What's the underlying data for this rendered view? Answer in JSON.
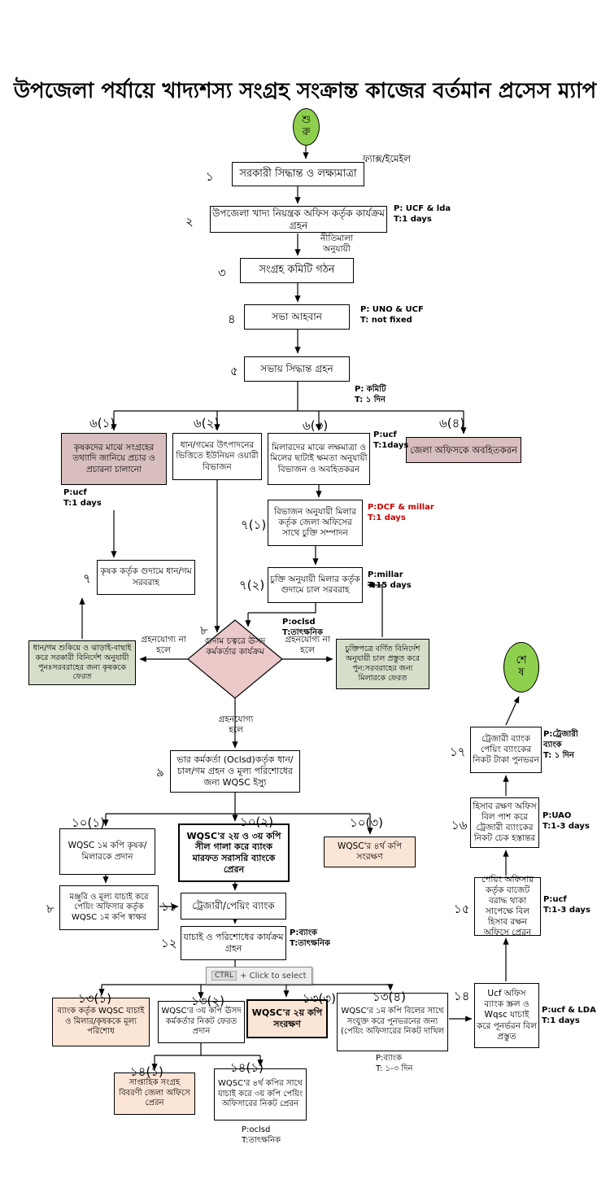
{
  "title": "উপজেলা পর্যায়ে খাদ্যশস্য সংগ্রহ সংক্রান্ত কাজের বর্তমান প্রসেস ম্যাপ",
  "terminals": {
    "start_line1": "শু",
    "start_line2": "রু",
    "end_line1": "শে",
    "end_line2": "ষ"
  },
  "edge_labels": {
    "fax": "ফ্যাক্স/ইমেইল",
    "policy_line1": "নীতিমালা",
    "policy_line2": "অনুযায়ী",
    "reject_line1": "গ্রহনযোগ্য না",
    "reject_line2": "হলে",
    "accept_line1": "গ্রহনযোগ্য",
    "accept_line2": "হলে"
  },
  "tooltip": {
    "key": "CTRL",
    "text": "+ Click to select"
  },
  "colors": {
    "terminal_green": "#8ed04e",
    "pink": "#d8bebe",
    "peach": "#fbe5d6",
    "reject_green": "#d6ddc9",
    "diamond_pink": "#ecc9c9",
    "note_red": "#cc0000"
  },
  "nodes": {
    "n1": {
      "num": "১",
      "text": "সরকারী সিদ্ধান্ত ও লক্ষ্যমাত্রা"
    },
    "n2": {
      "num": "২",
      "text": "উপজেলা খাদ্য নিয়ন্ত্রক অফিস কর্তৃক কার্যক্রম গ্রহন",
      "note1": "P: UCF & lda",
      "note2": "T:1 days"
    },
    "n3": {
      "num": "৩",
      "text": "সংগ্রহ কমিটি গঠন"
    },
    "n4": {
      "num": "৪",
      "text": "সভা আহবান",
      "note1": "P: UNO & UCF",
      "note2": "T: not fixed"
    },
    "n5": {
      "num": "৫",
      "text": "সভায় সিদ্ধান্ত গ্রহন",
      "note1": "P: কমিটি",
      "note2": "T: ১ দিন"
    },
    "n6_1": {
      "num": "৬(১)",
      "text": "কৃষকদের মাঝে সংগ্রহের তথ্যাদি জানিয়ে প্রচার ও প্রচারনা চালানো",
      "note1": "P:ucf",
      "note2": "T:1 days"
    },
    "n6_2": {
      "num": "৬(২)",
      "text": "ধান/গমের উৎপাদনের ভিত্তিতে ইউনিয়ন ওয়ারী বিভাজন"
    },
    "n6_3": {
      "num": "৬(৩)",
      "text": "মিলারদের মাঝে লক্ষমাত্রা ও মিলের ছাটাই ক্ষমতা অনুযায়ী বিভাজন ও অবহিতকরন",
      "note1": "P:ucf",
      "note2": "T:1days"
    },
    "n6_4": {
      "num": "৬(৪)",
      "text": "জেলা অফিসকে অবহিতকরন"
    },
    "n7_1": {
      "num": "৭(১)",
      "text": "বিভাজন অনুযায়ী মিলার কর্তৃক জেলা অফিসের সাথে চুক্তি সম্পাদন",
      "note1": "P:DCF & millar",
      "note2": "T:1 days"
    },
    "n7_2": {
      "num": "৭(২)",
      "text": "চুক্তি অনুযায়ী মিলার কর্তৃক গুদামে চাল সরবরাহ",
      "note1": "P:millar",
      "note2": "T:15 days"
    },
    "n7": {
      "num": "৭",
      "text": "কৃষক কর্তৃক গুদামে ধান/গম সরবরাহ"
    },
    "d8": {
      "num": "৮",
      "text": "গুদাম চত্বরে ঊসদ কর্মকর্তার কার্যক্রম",
      "note1": "P:oclsd",
      "note2": "T:তাৎক্ষনিক"
    },
    "rj_l": {
      "text": "ধান/গম শুকিয়ে ও ঝাড়াই-বাছাই করে সরকারী বিনির্দেশ অনুযায়ী পুনঃসরবরাহের জন্য কৃষককে ফেরত"
    },
    "rj_r": {
      "text": "চুক্তিপত্রে বর্ণিত বিনির্দেশ অনুযায়ী চাল প্রস্তুত করে পুন:সরবরাহের জন্য মিলারকে ফেরত"
    },
    "n9": {
      "num": "৯",
      "text": "ভার কর্মকর্তা (Oclsd)কর্তৃক ধান/চাল/গম গ্রহন ও মূল্য পরিশোধের জন্য WQSC ইস্যু"
    },
    "n10_1": {
      "num": "১০(১)",
      "text": "WQSC ১ম কপি কৃষক/মিলারকে প্রদান"
    },
    "n10_2": {
      "num": "১০(২)",
      "text": "WQSC'র ২য় ও ৩য় কপি সীল গালা করে ব্যাংক মারফত সরাসরি ব্যাংকে প্রেরন"
    },
    "n10_3": {
      "num": "১০(৩)",
      "text": "WQSC'র ৪র্থ কপি সংরক্ষণ"
    },
    "n8b": {
      "num": "৮",
      "text": "মঞ্জুরি ও মূল্য যাচাই করে পেয়িং অফিসার কর্তৃক WQSC ১ম কপি স্বাক্ষর"
    },
    "n11": {
      "num": "১১",
      "text": "ট্রেজারী/পেয়িং ব্যাংক"
    },
    "n12": {
      "num": "১২",
      "text": "যাচাই ও পরিশোধের কার্যক্রম গ্রহন",
      "note1": "P:ব্যাংক",
      "note2": "T:তাৎক্ষনিক"
    },
    "n13_1": {
      "num": "১৩(১)",
      "text": "ব্যাংক কর্তৃক WQSC যাচাই ও মিলার/কৃষককে মূল্য পরিশোধ"
    },
    "n13_2": {
      "num": "১৩(২)",
      "text": "WQSC'র ৩য় কপি ঊসদ কর্মকর্তার নিকট ফেরত প্রদান"
    },
    "n13_3": {
      "num": "১৩(৩)",
      "text": "WQSC'র ২য় কপি সংরক্ষণ"
    },
    "n13_4": {
      "num": "১৩(৪)",
      "text": "WQSC'র ১ম কপি বিলের সাথে সংযুক্ত করে পূনভরনের জন্য (পেয়িং অফিসারের নিকট দাখিল",
      "note1": "P:ব্যাংক",
      "note2": "T: ১-৩ দিন"
    },
    "n14": {
      "num": "১৪",
      "text": "Ucf অফিস ব্যাংক স্ক্রল ও Wqsc যাচাই করে পূনর্ভরন বিল প্রস্তুত",
      "note1": "P:ucf & LDA",
      "note2": "T:1 days"
    },
    "n15": {
      "num": "১৫",
      "text": "পেয়িং অফিসার কর্তৃক বাজেট বরাদ্ধ থাকা সাপেক্ষে বিল হিসাব রক্ষন অফিসে প্রেরন",
      "note1": "P:ucf",
      "note2": "T:1-3 days"
    },
    "n16": {
      "num": "১৬",
      "text": "হিসাব রক্ষণ অফিস বিল পাশ করে ট্রেজারী ব্যাংকের নিকট চেক হস্তান্তর",
      "note1": "P:UAO",
      "note2": "T:1-3 days"
    },
    "n17": {
      "num": "১৭",
      "text": "ট্রেজারী ব্যাংক পেয়িং ব্যাংকের নিকট টাকা পুনভরন",
      "note1": "P:ট্রেজারী",
      "note2": "ব্যাংক",
      "note3": "T: ১ দিন"
    },
    "n14_1a": {
      "num": "১৪(১)",
      "text": "সাপ্তাহিক সংগ্রহ বিবরণী জেলা অফিসে প্রেরন"
    },
    "n14_1b": {
      "num": "১৪(১)",
      "text": "WQSC'র ৪র্থ কপির সাথে যাচাই করে ৩য় কপি পেয়িং অফিসারের নিকট প্রেরন",
      "note1": "P:oclsd",
      "note2": "T:তাৎক্ষনিক"
    }
  }
}
